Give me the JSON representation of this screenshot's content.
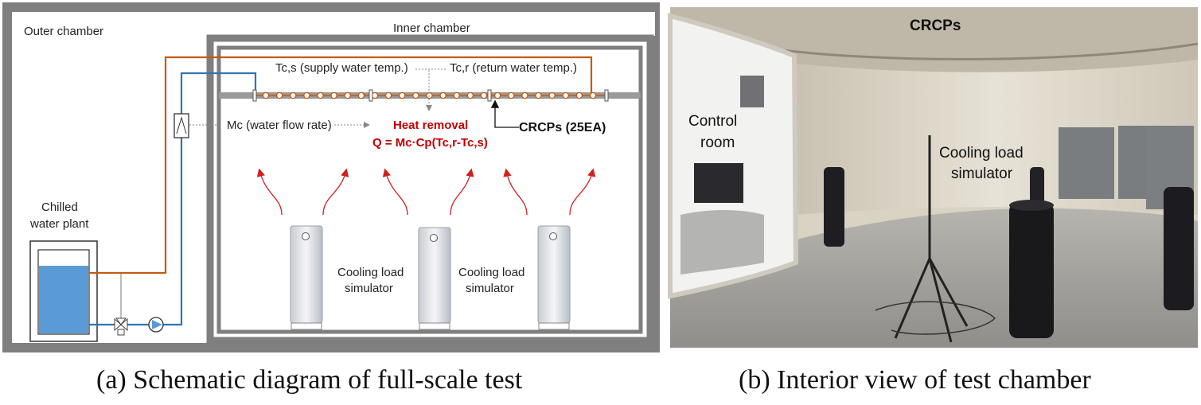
{
  "schematic": {
    "outer_chamber": "Outer chamber",
    "inner_chamber": "Inner chamber",
    "chilled_water_plant_line1": "Chilled",
    "chilled_water_plant_line2": "water plant",
    "supply_temp": "Tc,s (supply water temp.)",
    "return_temp": "Tc,r (return water temp.)",
    "flow_rate": "Mc (water flow rate)",
    "heat_removal": "Heat removal",
    "heat_equation": "Q = Mc·Cp(Tc,r-Tc,s)",
    "crcps": "CRCPs (25EA)",
    "simulator_line1": "Cooling load",
    "simulator_line2": "simulator",
    "colors": {
      "supply_pipe": "#2e75b6",
      "return_pipe": "#c55a11",
      "wall": "#7f7f7f",
      "accent": "#c00000",
      "water": "#5b9bd5"
    }
  },
  "photo": {
    "crcps": "CRCPs",
    "control_room_line1": "Control",
    "control_room_line2": "room",
    "simulator_line1": "Cooling load",
    "simulator_line2": "simulator"
  },
  "captions": {
    "a": "(a) Schematic diagram of full-scale test",
    "b": "(b) Interior view of test chamber"
  }
}
